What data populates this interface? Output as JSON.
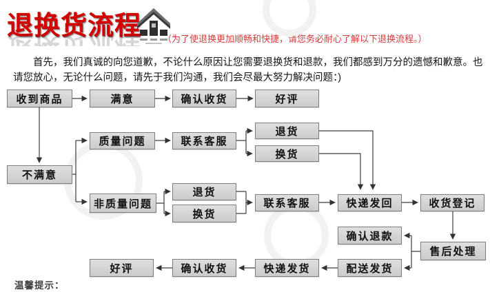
{
  "header": {
    "title": "退换货流程",
    "title_color": "#d40000",
    "note": "（为了使退换更加顺畅和快捷，请您务必耐心了解以下退换流程。）",
    "note_color": "#d43a3a",
    "logo_icon": "home-arrow-icon"
  },
  "intro": {
    "text": "首先，我们真诚的向您道歉，不论什么原因让您需要退换货和退款，我们都感到万分的遗憾和歉意。也请您放心，无论什么问题，请先于我们沟通，我们会尽最大努力解决问题：)"
  },
  "flowchart": {
    "box_fill": "#d6d6d6",
    "box_border": "#7e7e7e",
    "line_color": "#3d3d3d",
    "nodes": [
      {
        "label": "收到商品"
      },
      {
        "label": "满意"
      },
      {
        "label": "确认收货"
      },
      {
        "label": "好评"
      },
      {
        "label": "质量问题"
      },
      {
        "label": "联系客服"
      },
      {
        "label": "退货"
      },
      {
        "label": "换货"
      },
      {
        "label": "不满意"
      },
      {
        "label": "非质量问题"
      },
      {
        "label": "退货"
      },
      {
        "label": "换货"
      },
      {
        "label": "联系客服"
      },
      {
        "label": "快递发回"
      },
      {
        "label": "收货登记"
      },
      {
        "label": "确认退款"
      },
      {
        "label": "售后处理"
      },
      {
        "label": "配送发货"
      },
      {
        "label": "快递发货"
      },
      {
        "label": "确认收货"
      },
      {
        "label": "好评"
      }
    ],
    "edges": [
      {
        "from": 0,
        "to": 1,
        "desc": "收到商品→满意"
      },
      {
        "from": 1,
        "to": 2,
        "desc": "满意→确认收货"
      },
      {
        "from": 2,
        "to": 3,
        "desc": "确认收货→好评"
      },
      {
        "from": 0,
        "to": 8,
        "desc": "收到商品→不满意"
      },
      {
        "from": 8,
        "to": 4,
        "desc": "不满意→质量问题"
      },
      {
        "from": 8,
        "to": 9,
        "desc": "不满意→非质量问题"
      },
      {
        "from": 4,
        "to": 5,
        "desc": "质量问题→联系客服"
      },
      {
        "from": 5,
        "to": 6,
        "desc": "联系客服→退货"
      },
      {
        "from": 5,
        "to": 7,
        "desc": "联系客服→换货"
      },
      {
        "from": 6,
        "to": 13,
        "desc": "退货→快递发回"
      },
      {
        "from": 7,
        "to": 13,
        "desc": "换货→快递发回"
      },
      {
        "from": 9,
        "to": 10,
        "desc": "非质量问题→退货"
      },
      {
        "from": 9,
        "to": 11,
        "desc": "非质量问题→换货"
      },
      {
        "from": 10,
        "to": 12,
        "desc": "退货→联系客服"
      },
      {
        "from": 11,
        "to": 12,
        "desc": "换货→联系客服"
      },
      {
        "from": 12,
        "to": 13,
        "desc": "联系客服→快递发回"
      },
      {
        "from": 13,
        "to": 14,
        "desc": "快递发回→收货登记"
      },
      {
        "from": 14,
        "to": 16,
        "desc": "收货登记→售后处理"
      },
      {
        "from": 16,
        "to": 15,
        "desc": "售后处理→确认退款"
      },
      {
        "from": 16,
        "to": 17,
        "desc": "售后处理→配送发货"
      },
      {
        "from": 17,
        "to": 18,
        "desc": "配送发货→快递发货"
      },
      {
        "from": 18,
        "to": 19,
        "desc": "快递发货→确认收货"
      },
      {
        "from": 19,
        "to": 20,
        "desc": "确认收货→好评"
      }
    ]
  },
  "footer": {
    "tip_label": "温馨提示："
  }
}
